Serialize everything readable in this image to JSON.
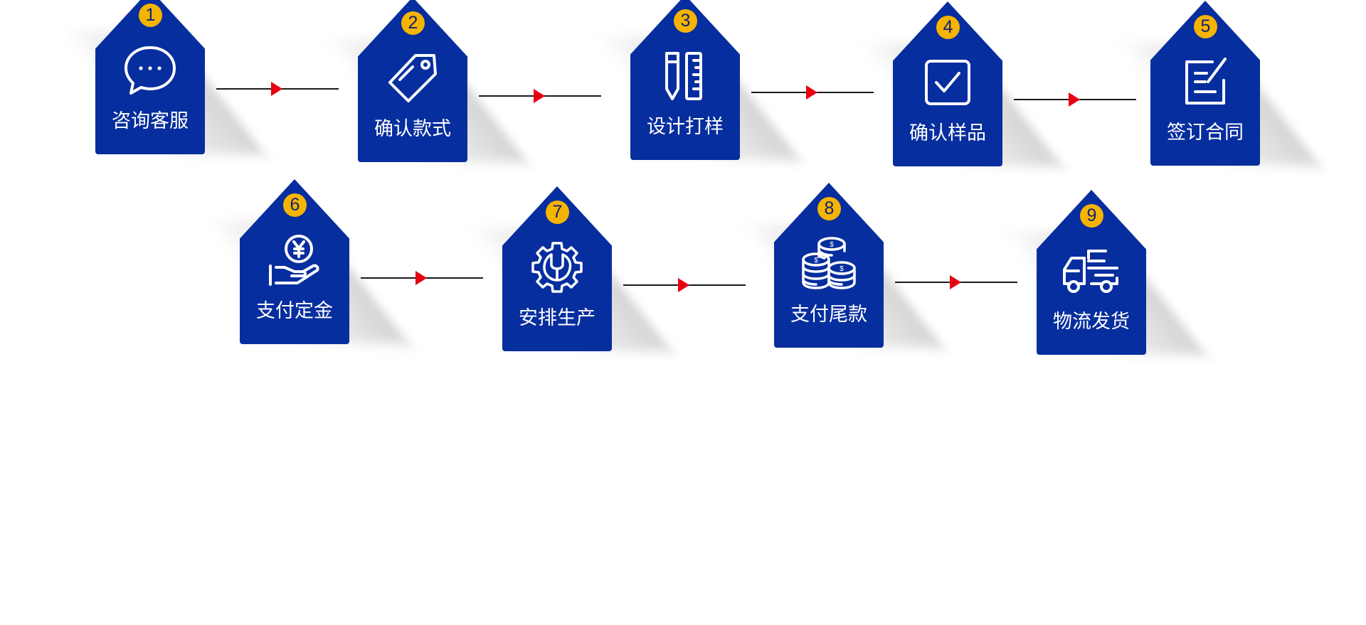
{
  "colors": {
    "tag_fill": "#072e9e",
    "number_badge": "#f5b400",
    "arrow_head": "#e60012",
    "connector_line": "#1a1a1a",
    "icon_stroke": "#ffffff"
  },
  "steps": [
    {
      "number": "1",
      "label": "咨询客服",
      "icon": "chat-bubble-icon"
    },
    {
      "number": "2",
      "label": "确认款式",
      "icon": "price-tag-icon"
    },
    {
      "number": "3",
      "label": "设计打样",
      "icon": "pencil-ruler-icon"
    },
    {
      "number": "4",
      "label": "确认样品",
      "icon": "checkbox-icon"
    },
    {
      "number": "5",
      "label": "签订合同",
      "icon": "contract-sign-icon"
    },
    {
      "number": "6",
      "label": "支付定金",
      "icon": "hand-yuan-coin-icon"
    },
    {
      "number": "7",
      "label": "安排生产",
      "icon": "gear-wrench-icon"
    },
    {
      "number": "8",
      "label": "支付尾款",
      "icon": "coin-stacks-icon"
    },
    {
      "number": "9",
      "label": "物流发货",
      "icon": "delivery-truck-icon"
    }
  ]
}
